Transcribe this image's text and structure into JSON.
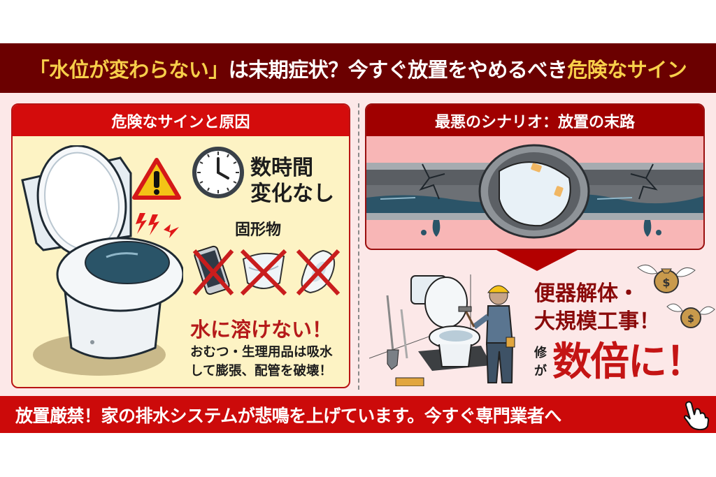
{
  "header": {
    "title_part1": "「水位が変わらない」",
    "title_part2": "は末期症状？今すぐ放置をやめるべき",
    "title_part3": "危険なサイン",
    "colors": {
      "bar": "#6b0000",
      "highlight": "#f7cf4a",
      "text": "#ffffff"
    }
  },
  "left_panel": {
    "heading": "危険なサインと原因",
    "warning_icon": "warning-triangle-icon",
    "clock_icon": "clock-icon",
    "clock_text_line1": "数時間",
    "clock_text_line2": "変化なし",
    "solids_label": "固形物",
    "forbidden_items": [
      {
        "name": "smartphone",
        "icon": "smartphone-crossed-icon"
      },
      {
        "name": "diaper",
        "icon": "diaper-crossed-icon"
      },
      {
        "name": "sanitary-pad",
        "icon": "sanitary-pad-crossed-icon"
      }
    ],
    "warning_headline": "水に溶けない！",
    "explanation_line1": "おむつ・生理用品は吸水",
    "explanation_line2": "して膨張、配管を破壊！",
    "colors": {
      "header": "#d40c0c",
      "body": "#fdf3c4",
      "headline": "#c41414"
    }
  },
  "right_panel": {
    "heading": "最悪のシナリオ：放置の末路",
    "illustration": "pipe-clogged-with-diaper",
    "repair_line1": "便器解体・",
    "repair_line2": "大規模工事！",
    "cost_small_char1": "修",
    "cost_small_char2": "が",
    "cost_big": "数倍に！",
    "colors": {
      "header": "#a00000",
      "pipe_bg": "#f8b6b6",
      "big_text": "#c41414",
      "repair_text": "#8a0a0a"
    }
  },
  "footer": {
    "banner_text": "放置厳禁！家の排水システムが悲鳴を上げています。今すぐ専門業者へ",
    "cursor_icon": "pointing-hand-icon",
    "color": "#cc0a0a"
  }
}
